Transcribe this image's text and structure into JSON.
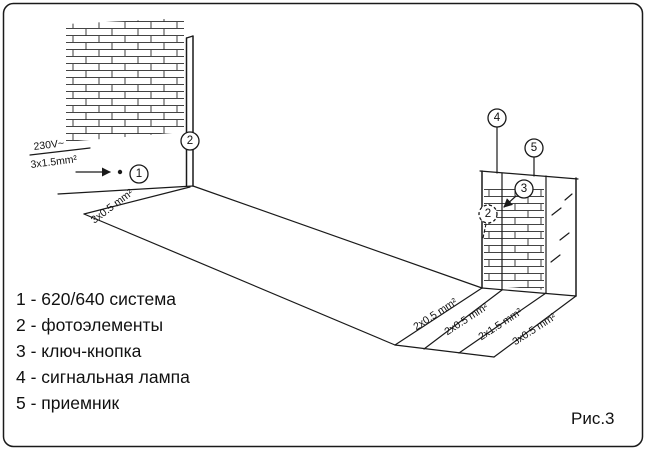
{
  "diagram": {
    "caption": "Рис.3",
    "legend": [
      "1 - 620/640 система",
      "2 - фотоэлементы",
      "3 - ключ-кнопка",
      "4 - сигнальная лампа",
      "5 - приемник"
    ],
    "left": {
      "voltage": "230V~",
      "supply_cable": "3x1.5mm²",
      "run_cable": "3x0.5 mm²",
      "marker_1": "1",
      "marker_2": "2"
    },
    "right": {
      "marker_2": "2",
      "marker_3": "3",
      "marker_4": "4",
      "marker_5": "5",
      "cables": [
        "2x0.5 mm²",
        "2x0.5 mm²",
        "2x1.5 mm²",
        "3x0.5 mm²"
      ]
    },
    "colors": {
      "ink": "#1a1a1a",
      "background": "#ffffff"
    }
  }
}
